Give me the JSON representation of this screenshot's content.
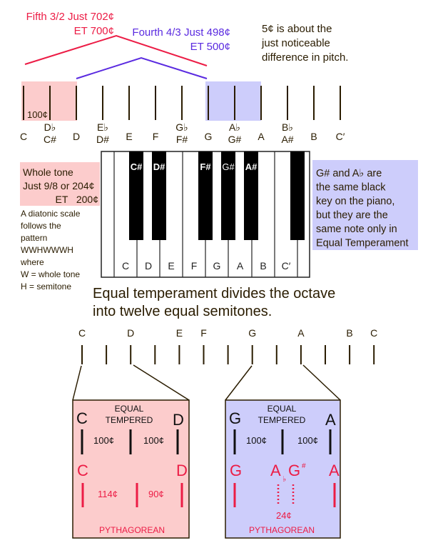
{
  "colors": {
    "red": "#ec1c45",
    "blue": "#5a2ae0",
    "pink_fill": "#fccccc",
    "lavender_fill": "#cdcdfb",
    "text": "#2a1c00"
  },
  "intervals": {
    "fifth_line1": "Fifth  3/2 Just  702¢",
    "fifth_line2": "ET 700¢",
    "fourth_line1": "Fourth  4/3 Just  498¢",
    "fourth_line2": "ET 500¢"
  },
  "jnd_note": [
    "5¢ is about the",
    "just noticeable",
    "difference in pitch."
  ],
  "scale": {
    "semitone_label": "100¢",
    "notes": [
      {
        "top": "",
        "bottom": "C"
      },
      {
        "top": "D♭",
        "bottom": "C#"
      },
      {
        "top": "",
        "bottom": "D"
      },
      {
        "top": "E♭",
        "bottom": "D#"
      },
      {
        "top": "",
        "bottom": "E"
      },
      {
        "top": "",
        "bottom": "F"
      },
      {
        "top": "G♭",
        "bottom": "F#"
      },
      {
        "top": "",
        "bottom": "G"
      },
      {
        "top": "A♭",
        "bottom": "G#"
      },
      {
        "top": "",
        "bottom": "A"
      },
      {
        "top": "B♭",
        "bottom": "A#"
      },
      {
        "top": "",
        "bottom": "B"
      },
      {
        "top": "",
        "bottom": "C′"
      }
    ]
  },
  "whole_tone": [
    "Whole tone",
    "Just 9/8 or 204¢",
    "ET   200¢"
  ],
  "diatonic": [
    "A diatonic scale",
    "follows the",
    "pattern",
    "WWHWWWH",
    "where",
    "W = whole tone",
    "H = semitone"
  ],
  "piano": {
    "white_keys": [
      "C",
      "D",
      "E",
      "F",
      "G",
      "A",
      "B",
      "C′"
    ],
    "black_keys": [
      "C#",
      "D#",
      "F#",
      "G#",
      "A#",
      ""
    ]
  },
  "enharmonic_note": [
    "G# and A♭  are",
    "the same black",
    "key on the piano,",
    "but they are the",
    "same note only in",
    "Equal Temperament"
  ],
  "caption": [
    "Equal temperament divides the octave",
    "into twelve equal semitones."
  ],
  "bottom_scale": [
    "C",
    "D",
    "E",
    "F",
    "G",
    "A",
    "B",
    "C"
  ],
  "zoom_left": {
    "title1": "EQUAL",
    "title2": "TEMPERED",
    "et_left": "C",
    "et_right": "D",
    "et_cents": [
      "100¢",
      "100¢"
    ],
    "py_left": "C",
    "py_right": "D",
    "py_cents": [
      "114¢",
      "90¢"
    ],
    "footer": "PYTHAGOREAN"
  },
  "zoom_right": {
    "title1": "EQUAL",
    "title2": "TEMPERED",
    "et_left": "G",
    "et_right": "A",
    "et_cents": [
      "100¢",
      "100¢"
    ],
    "py_left": "G",
    "py_right": "A",
    "py_mid_a": "A",
    "py_mid_flat": "♭",
    "py_mid_g": "G",
    "py_mid_sharp": "#",
    "py_comma": "24¢",
    "footer": "PYTHAGOREAN"
  }
}
